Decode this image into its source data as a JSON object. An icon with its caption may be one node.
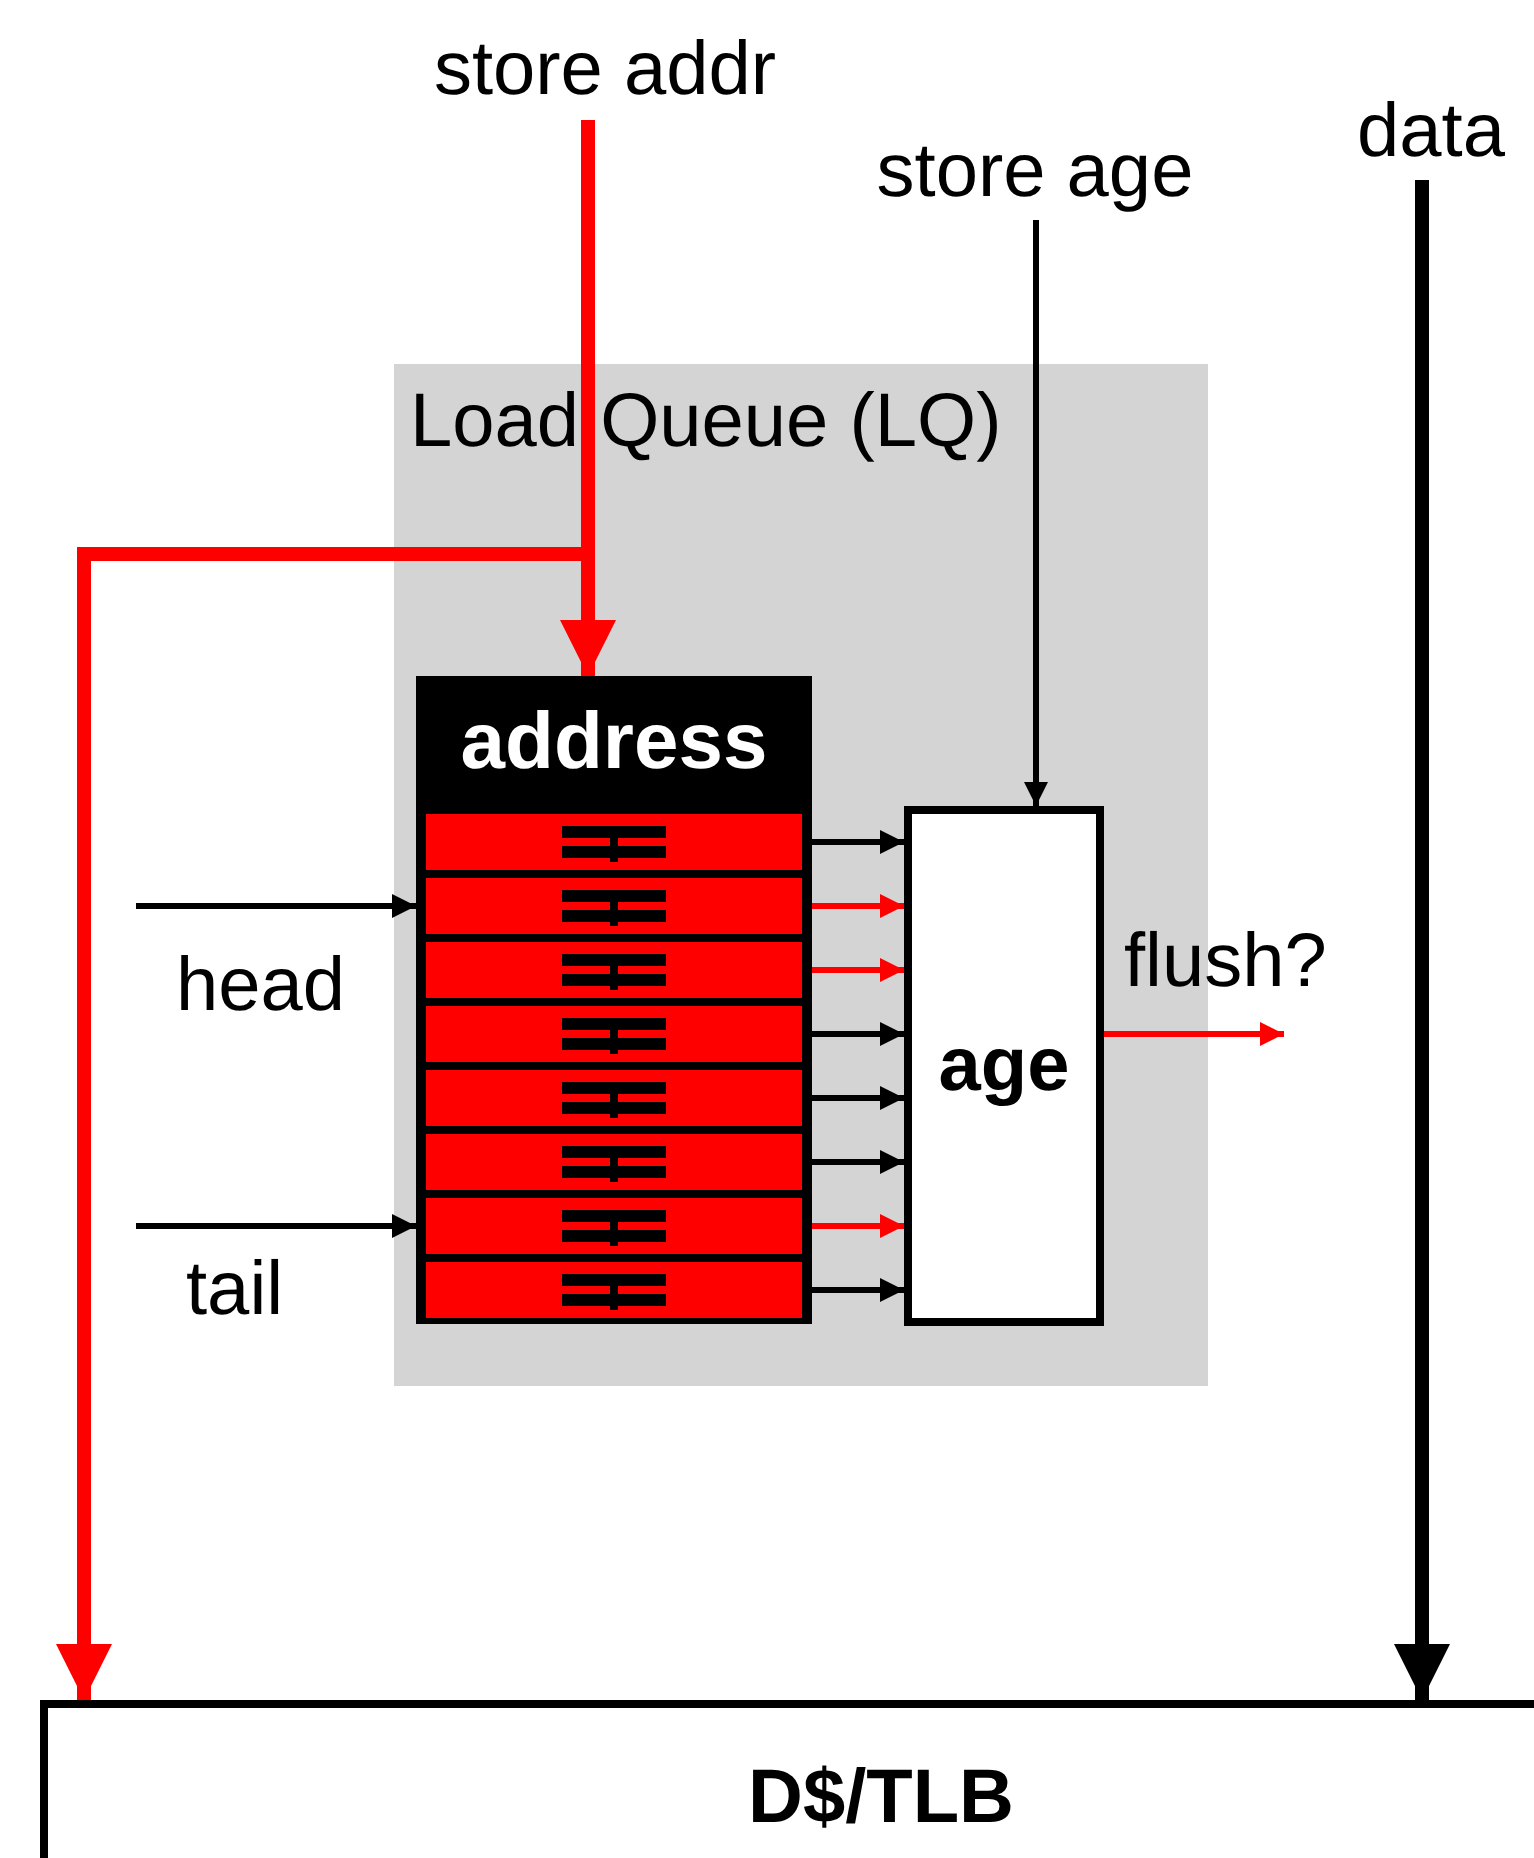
{
  "diagram": {
    "nodes": [
      {
        "text": [
          "store addr"
        ]
      },
      {
        "text": [
          "store age"
        ]
      },
      {
        "text": [
          "data"
        ]
      },
      {
        "text": [
          "Load Queue (LQ)"
        ]
      },
      {
        "text": [
          "address"
        ],
        "in": 3
      },
      {
        "text": [],
        "shape": "bar",
        "in": 4
      },
      {
        "text": [],
        "shape": "bar",
        "in": 4
      },
      {
        "text": [],
        "shape": "bar",
        "in": 4
      },
      {
        "text": [],
        "shape": "bar",
        "in": 4
      },
      {
        "text": [],
        "shape": "bar",
        "in": 4
      },
      {
        "text": [],
        "shape": "bar",
        "in": 4
      },
      {
        "text": [],
        "shape": "bar",
        "in": 4
      },
      {
        "text": [],
        "shape": "bar",
        "in": 4
      },
      {
        "text": [
          "age"
        ],
        "in": 3
      },
      {
        "text": [
          "D$/TLB"
        ]
      }
    ],
    "edges": [
      {
        "from": 0,
        "to": 4,
        "arrow": "to",
        "style": "thick",
        "color": "#ff0000"
      },
      {
        "from": 0,
        "to": 14,
        "arrow": "to",
        "style": "thick",
        "color": "#ff0000"
      },
      {
        "from": 1,
        "to": 13,
        "arrow": "to"
      },
      {
        "from": 2,
        "to": 14,
        "arrow": "to",
        "style": "thick"
      },
      {
        "from": 5,
        "to": 13,
        "arrow": "to"
      },
      {
        "from": 6,
        "to": 13,
        "arrow": "to",
        "color": "#ff0000"
      },
      {
        "from": 7,
        "to": 13,
        "arrow": "to",
        "color": "#ff0000"
      },
      {
        "from": 8,
        "to": 13,
        "arrow": "to"
      },
      {
        "from": 9,
        "to": 13,
        "arrow": "to"
      },
      {
        "from": 10,
        "to": 13,
        "arrow": "to"
      },
      {
        "from": 11,
        "to": 13,
        "arrow": "to",
        "color": "#ff0000"
      },
      {
        "from": 12,
        "to": 13,
        "arrow": "to"
      },
      {
        "from": null,
        "to": 6,
        "arrow": "to",
        "label": "head"
      },
      {
        "from": null,
        "to": 11,
        "arrow": "to",
        "label": "tail"
      },
      {
        "from": 13,
        "to": null,
        "arrow": "to",
        "label": "flush?",
        "color": "#ff0000"
      }
    ]
  }
}
